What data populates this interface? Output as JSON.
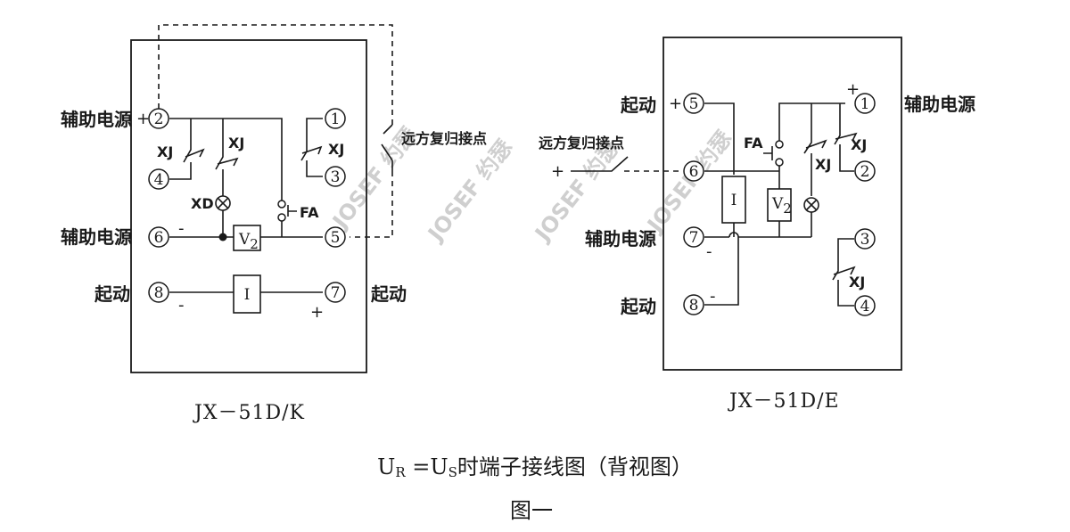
{
  "figure_caption": {
    "line1_u": "U",
    "line1_r": "R",
    "line1_eq": " =U",
    "line1_s": "S",
    "line1_rest": "时端子接线图（背视图）",
    "line2": "图一"
  },
  "watermark": "JOSEF 约瑟",
  "left_relay": {
    "model": "JX－51D/K",
    "labels": {
      "aux_power_top": "辅助电源",
      "aux_power_bottom": "辅助电源",
      "start_left": "起动",
      "start_right": "起动",
      "remote_reset": "远方复归接点",
      "xj_1": "XJ",
      "xj_2": "XJ",
      "xj_3": "XJ",
      "xd": "XD",
      "fa": "FA",
      "v2": "V",
      "v2_sub": "2",
      "i_unit": "I"
    },
    "terminals": [
      "1",
      "2",
      "3",
      "4",
      "5",
      "6",
      "7",
      "8"
    ],
    "signs": {
      "t2": "+",
      "t6": "-",
      "t8": "-",
      "t7": "+"
    }
  },
  "right_relay": {
    "model": "JX－51D/E",
    "labels": {
      "start_top": "起动",
      "start_bottom": "起动",
      "aux_power_right": "辅助电源",
      "aux_power_left": "辅助电源",
      "remote_reset": "远方复归接点",
      "fa": "FA",
      "xj_1": "XJ",
      "xj_2": "XJ",
      "xj_3": "XJ",
      "v2": "V",
      "v2_sub": "2",
      "i_unit": "I"
    },
    "terminals": [
      "1",
      "2",
      "3",
      "4",
      "5",
      "6",
      "7",
      "8"
    ],
    "signs": {
      "t5": "+",
      "t1": "+",
      "t7": "-",
      "t8": "-",
      "remote": "+"
    }
  }
}
